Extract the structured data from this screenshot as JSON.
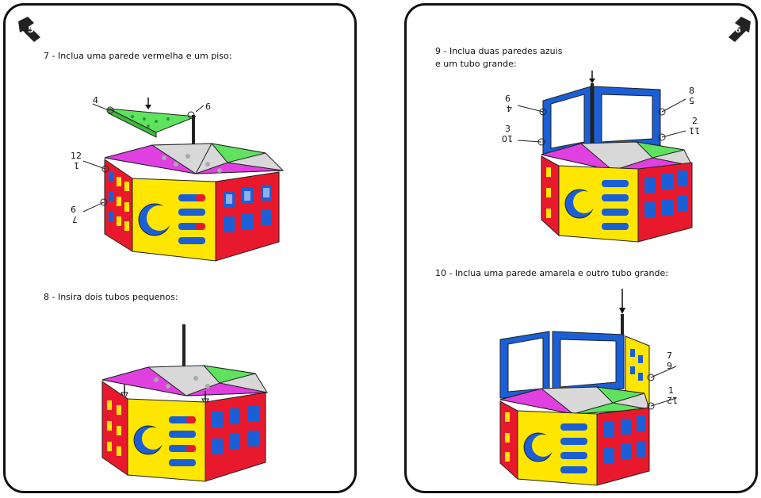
{
  "pages": {
    "left": {
      "number": "5"
    },
    "right": {
      "number": "6"
    }
  },
  "steps": {
    "s7": "7 - Inclua uma parede vermelha e um piso:",
    "s8": "8 - Insira dois tubos pequenos:",
    "s9_line1": "9 - Inclua duas paredes azuis",
    "s9_line2": "e um tubo grande:",
    "s10": "10 - Inclua uma parede amarela e outro tubo grande:"
  },
  "callouts": {
    "s7": {
      "a": "4",
      "b": "6",
      "c": "12",
      "d": "1",
      "e": "6",
      "f": "7"
    },
    "s9": {
      "a": "6",
      "b": "4",
      "c": "3",
      "d": "10",
      "e": "8",
      "f": "5",
      "g": "2",
      "h": "11"
    },
    "s10": {
      "a": "7",
      "b": "9",
      "c": "1",
      "d": "12"
    }
  },
  "colors": {
    "red": "#e8192c",
    "yellow": "#ffe600",
    "blue": "#1a5fd6",
    "green": "#5fe35f",
    "magenta": "#e040e0",
    "grey": "#d8d8d8"
  }
}
